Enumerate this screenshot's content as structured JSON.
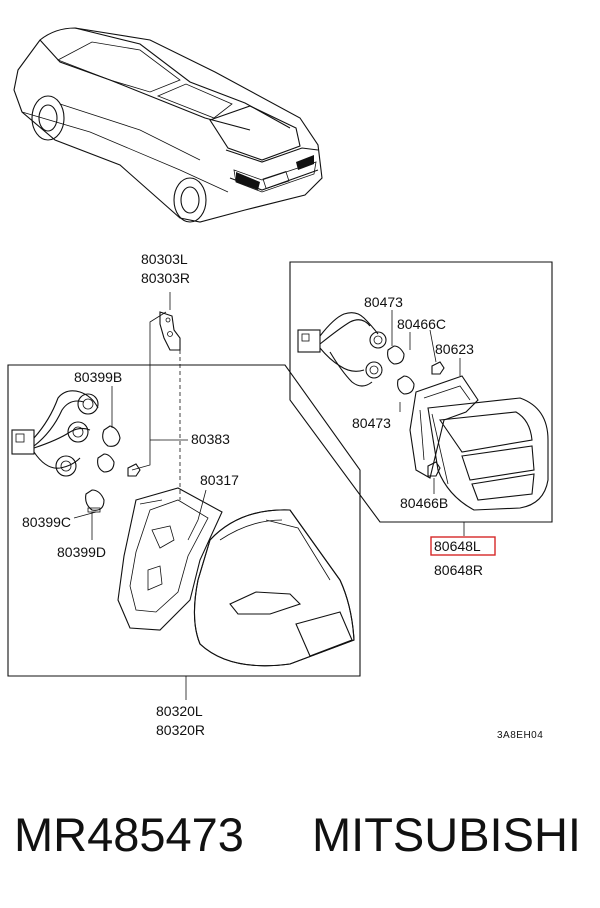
{
  "labels": {
    "p80303L": "80303L",
    "p80303R": "80303R",
    "p80399B": "80399B",
    "p80383": "80383",
    "p80317": "80317",
    "p80399C": "80399C",
    "p80399D": "80399D",
    "p80320L": "80320L",
    "p80320R": "80320R",
    "p80473a": "80473",
    "p80466C": "80466C",
    "p80623": "80623",
    "p80473b": "80473",
    "p80466B": "80466B",
    "p80648L": "80648L",
    "p80648R": "80648R",
    "diagram_code": "3A8EH04"
  },
  "highlight_color": "#d62828",
  "footer": {
    "part_number": "MR485473",
    "brand": "MITSUBISHI"
  }
}
